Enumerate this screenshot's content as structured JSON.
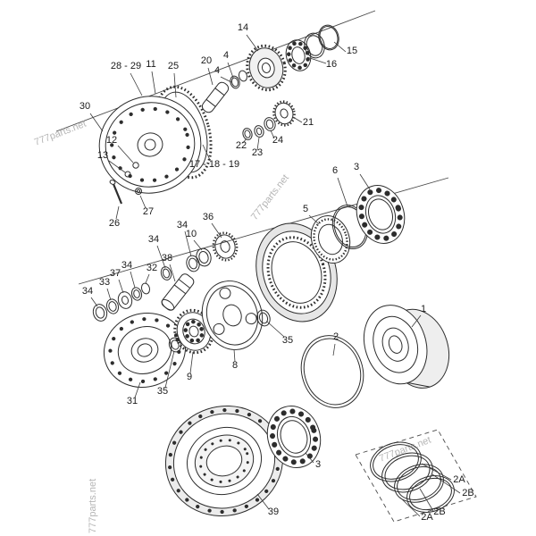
{
  "watermark": "777parts.net",
  "colors": {
    "line": "#2d2d2d",
    "watermark": "#b5b5b5",
    "background": "#ffffff"
  },
  "callouts": [
    {
      "label": "28 - 29"
    },
    {
      "label": "11"
    },
    {
      "label": "25"
    },
    {
      "label": "30"
    },
    {
      "label": "12"
    },
    {
      "label": "13"
    },
    {
      "label": "26"
    },
    {
      "label": "27"
    },
    {
      "label": "17 - 18 - 19"
    },
    {
      "label": "20"
    },
    {
      "label": "4"
    },
    {
      "label": "4"
    },
    {
      "label": "14"
    },
    {
      "label": "15"
    },
    {
      "label": "16"
    },
    {
      "label": "21"
    },
    {
      "label": "24"
    },
    {
      "label": "23"
    },
    {
      "label": "22"
    },
    {
      "label": "36"
    },
    {
      "label": "34"
    },
    {
      "label": "10"
    },
    {
      "label": "38"
    },
    {
      "label": "34"
    },
    {
      "label": "34"
    },
    {
      "label": "33"
    },
    {
      "label": "37"
    },
    {
      "label": "34"
    },
    {
      "label": "32"
    },
    {
      "label": "31"
    },
    {
      "label": "35"
    },
    {
      "label": "9"
    },
    {
      "label": "8"
    },
    {
      "label": "35"
    },
    {
      "label": "5"
    },
    {
      "label": "6"
    },
    {
      "label": "3"
    },
    {
      "label": "1"
    },
    {
      "label": "2"
    },
    {
      "label": "3"
    },
    {
      "label": "39"
    },
    {
      "label": "2A"
    },
    {
      "label": "2B"
    },
    {
      "label": "2B"
    },
    {
      "label": "2A"
    }
  ]
}
